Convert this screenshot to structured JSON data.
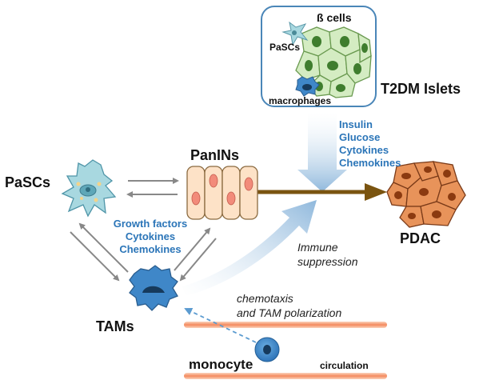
{
  "islets": {
    "title": "T2DM Islets",
    "beta_cells": "ß cells",
    "pascs": "PaSCs",
    "macrophages": "macrophages"
  },
  "islet_factors": [
    "Insulin",
    "Glucose",
    "Cytokines",
    "Chemokines"
  ],
  "pascs_label": "PaSCs",
  "panins_label": "PanINs",
  "pdac_label": "PDAC",
  "tams_label": "TAMs",
  "monocyte_label": "monocyte",
  "circulation_label": "circulation",
  "tam_factors": [
    "Growth factors",
    "Cytokines",
    "Chemokines"
  ],
  "immune": [
    "Immune",
    "suppression"
  ],
  "chemotaxis": [
    "chemotaxis",
    "and TAM polarization"
  ],
  "colors": {
    "islet_border": "#4a86b8",
    "beta_cell_fill": "#d4ecc2",
    "beta_nucleus": "#3f7d2e",
    "panin_fill": "#fde2c7",
    "panin_nucleus": "#f28b7a",
    "pdac_fill": "#e8935a",
    "pdac_nucleus": "#8b3a10",
    "main_arrow": "#7a5410",
    "flow_arrow": "#9fc3e2",
    "pasc_fill": "#a8d8e0",
    "tam_fill": "#3f87c8",
    "vessel": "#f6a07c",
    "text_blue": "#2b75b8"
  }
}
